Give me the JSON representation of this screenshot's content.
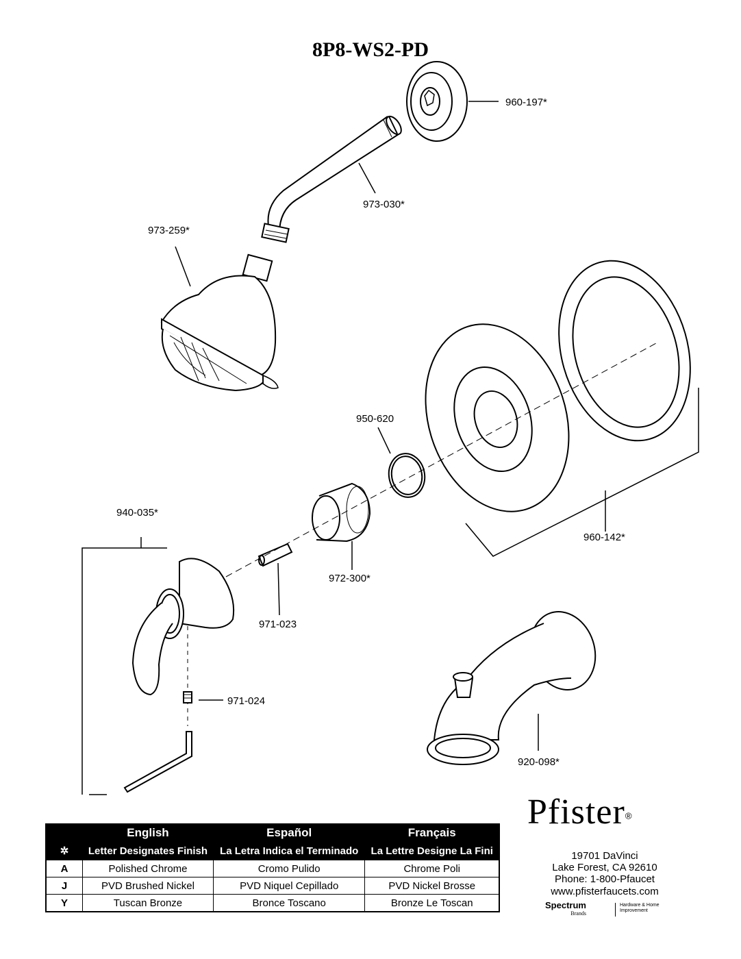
{
  "model": "8P8-WS2-PD",
  "parts": [
    {
      "id": "flange",
      "number": "960-197*"
    },
    {
      "id": "shower-arm",
      "number": "973-030*"
    },
    {
      "id": "shower-head",
      "number": "973-259*"
    },
    {
      "id": "o-ring",
      "number": "950-620"
    },
    {
      "id": "trim-kit",
      "number": "960-142*"
    },
    {
      "id": "handle",
      "number": "940-035*"
    },
    {
      "id": "sleeve",
      "number": "972-300*"
    },
    {
      "id": "adapter",
      "number": "971-023"
    },
    {
      "id": "set-screw",
      "number": "971-024"
    },
    {
      "id": "tub-spout",
      "number": "920-098*"
    }
  ],
  "finish_table": {
    "symbol": "✲",
    "languages": [
      "English",
      "Español",
      "Français"
    ],
    "subheaders": [
      "Letter Designates Finish",
      "La Letra Indica el Terminado",
      "La Lettre Designe La Fini"
    ],
    "rows": [
      {
        "code": "A",
        "values": [
          "Polished Chrome",
          "Cromo Pulido",
          "Chrome Poli"
        ]
      },
      {
        "code": "J",
        "values": [
          "PVD Brushed Nickel",
          "PVD Niquel Cepillado",
          "PVD Nickel Brosse"
        ]
      },
      {
        "code": "Y",
        "values": [
          "Tuscan Bronze",
          "Bronce Toscano",
          "Bronze Le Toscan"
        ]
      }
    ]
  },
  "brand": {
    "logo": "Pfister",
    "address1": "19701 DaVinci",
    "address2": "Lake Forest, CA 92610",
    "phone": "Phone: 1-800-Pfaucet",
    "website": "www.pfisterfaucets.com",
    "parent": "Spectrum",
    "parent_sub": "Brands",
    "division": "Hardware & Home Improvement"
  }
}
